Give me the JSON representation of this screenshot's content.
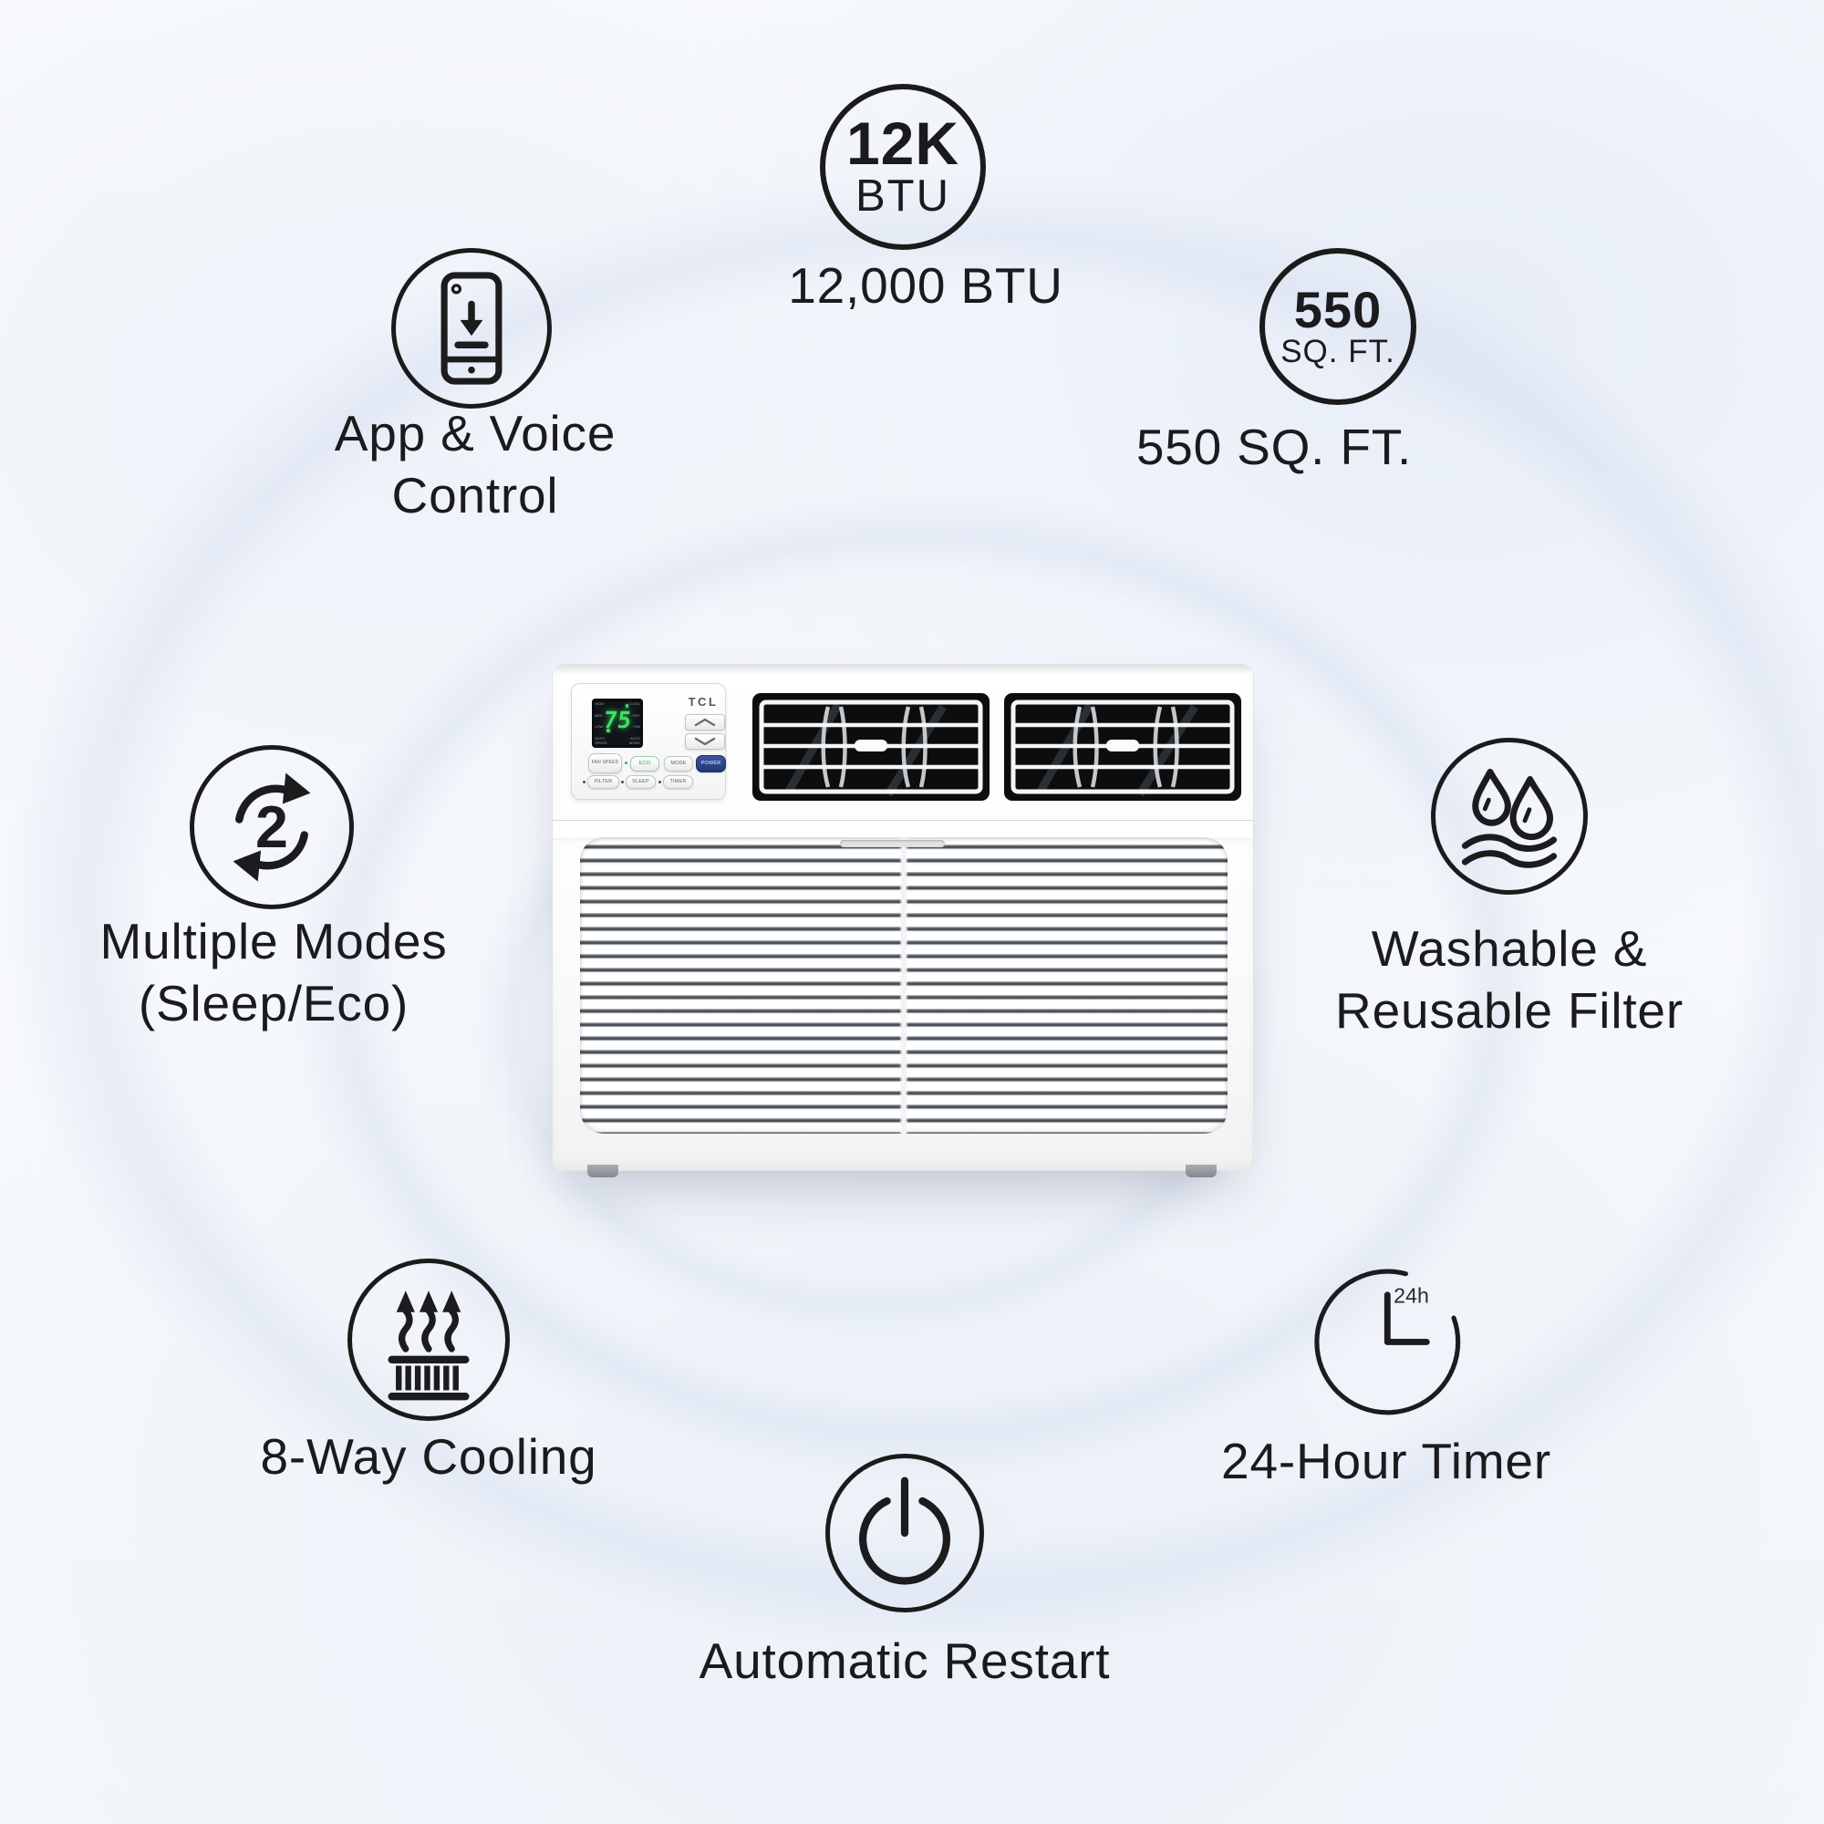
{
  "features": {
    "btu": {
      "badge_value": "12K",
      "badge_unit": "BTU",
      "label": "12,000 BTU"
    },
    "app": {
      "icon": "phone-app-download-icon",
      "line1": "App & Voice",
      "line2": "Control"
    },
    "sqft": {
      "badge_value": "550",
      "badge_unit": "SQ. FT.",
      "label": "550 SQ. FT."
    },
    "modes": {
      "icon": "cycle-arrows-icon",
      "icon_number": "2",
      "line1": "Multiple Modes",
      "line2": "(Sleep/Eco)"
    },
    "filter": {
      "icon": "water-drops-waves-icon",
      "line1": "Washable &",
      "line2": "Reusable Filter"
    },
    "cooling": {
      "icon": "vent-airflow-icon",
      "label": "8-Way Cooling"
    },
    "restart": {
      "icon": "power-icon",
      "label": "Automatic Restart"
    },
    "timer": {
      "icon": "clock-24h-icon",
      "clock_label": "24h",
      "label": "24-Hour Timer"
    }
  },
  "unit": {
    "brand": "TCL",
    "display": {
      "temperature": "75",
      "left_labels": [
        "HIGH",
        "MED",
        "LOW",
        "AUTO SPEED"
      ],
      "right_labels": [
        "COOL",
        "DRY",
        "FAN",
        "AUTO MODE"
      ]
    },
    "buttons": {
      "fan_speed": "FAN SPEED",
      "eco": "ECO",
      "mode": "MODE",
      "power": "POWER",
      "filter": "FILTER",
      "sleep": "SLEEP",
      "timer": "TIMER"
    }
  },
  "colors": {
    "label_text": "#1b1b1d",
    "icon_stroke": "#1c1c1e",
    "display_green": "#3fe065",
    "eco_green": "#2fae54",
    "power_navy": "#2b3f8c",
    "background_arc": "#dfe6f2"
  }
}
